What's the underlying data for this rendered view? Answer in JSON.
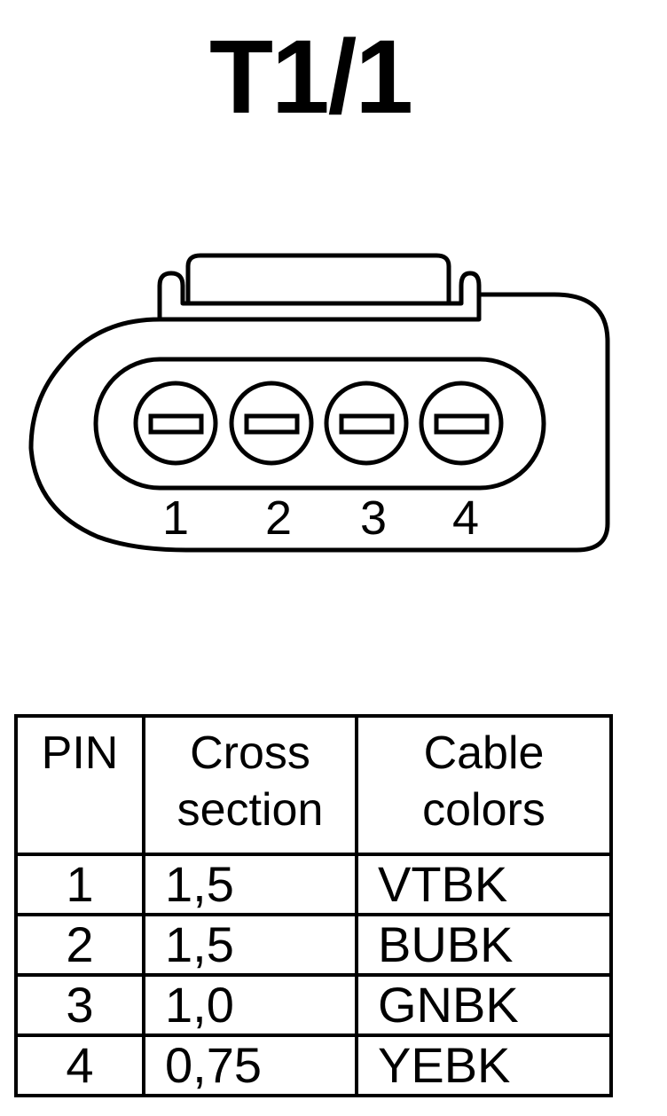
{
  "title": "T1/1",
  "connector": {
    "pin_labels": [
      "1",
      "2",
      "3",
      "4"
    ]
  },
  "table": {
    "headers": {
      "pin": "PIN",
      "cross_section": [
        "Cross",
        "section"
      ],
      "cable_colors": [
        "Cable",
        "colors"
      ]
    },
    "rows": [
      {
        "pin": "1",
        "cross_section": "1,5",
        "cable_color": "VTBK"
      },
      {
        "pin": "2",
        "cross_section": "1,5",
        "cable_color": "BUBK"
      },
      {
        "pin": "3",
        "cross_section": "1,0",
        "cable_color": "GNBK"
      },
      {
        "pin": "4",
        "cross_section": "0,75",
        "cable_color": "YEBK"
      }
    ]
  }
}
